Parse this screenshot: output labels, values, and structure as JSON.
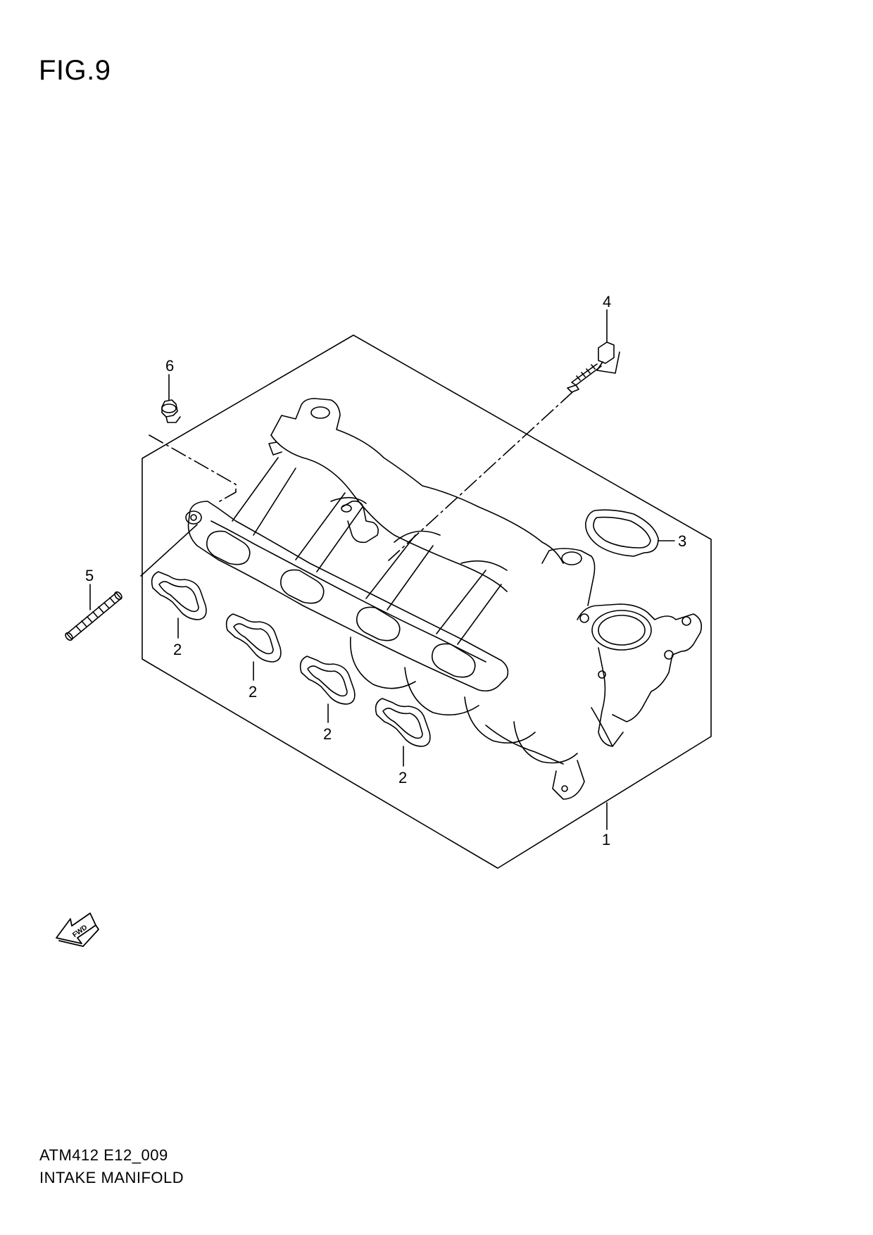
{
  "figure": {
    "title": "FIG.9"
  },
  "callouts": [
    {
      "id": "1",
      "label": "1"
    },
    {
      "id": "2",
      "label": "2"
    },
    {
      "id": "3",
      "label": "3"
    },
    {
      "id": "4",
      "label": "4"
    },
    {
      "id": "5",
      "label": "5"
    },
    {
      "id": "6",
      "label": "6"
    }
  ],
  "gasket_callouts": [
    "2",
    "2",
    "2",
    "2"
  ],
  "direction": {
    "label": "FWD"
  },
  "footer": {
    "code": "ATM412 E12_009",
    "name": "INTAKE MANIFOLD"
  }
}
